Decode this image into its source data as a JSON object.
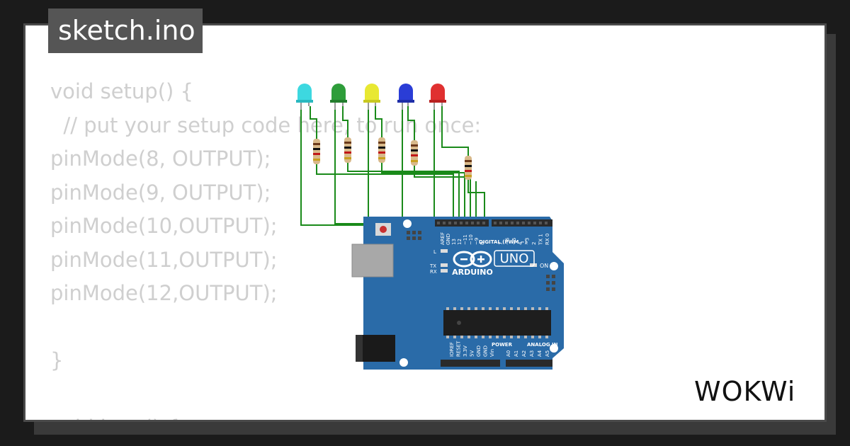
{
  "tab": {
    "filename": "sketch.ino"
  },
  "code": {
    "lines": [
      "void setup() {",
      "  // put your setup code here, to run once:",
      "pinMode(8, OUTPUT);",
      "pinMode(9, OUTPUT);",
      "pinMode(10,OUTPUT);",
      "pinMode(11,OUTPUT);",
      "pinMode(12,OUTPUT);",
      "",
      "}",
      "",
      "void loop() {"
    ]
  },
  "leds": [
    {
      "color": "cyan",
      "fill": "#3dd8e0"
    },
    {
      "color": "green",
      "fill": "#2e9d3a"
    },
    {
      "color": "yellow",
      "fill": "#e8e832"
    },
    {
      "color": "blue",
      "fill": "#2a3dd6"
    },
    {
      "color": "red",
      "fill": "#e03030"
    }
  ],
  "board": {
    "brand": "ARDUINO",
    "model": "UNO",
    "on_label": "ON",
    "l_label": "L",
    "tx_label": "TX",
    "rx_label": "RX",
    "digital_label": "DIGITAL (PWM ~)",
    "power_label": "POWER",
    "analog_label": "ANALOG IN",
    "top_pins": [
      "AREF",
      "GND",
      "13",
      "12",
      "~11",
      "~10",
      "~9",
      "8",
      "7",
      "~6",
      "~5",
      "4",
      "~3",
      "2",
      "TX 1",
      "RX 0"
    ],
    "power_pins": [
      "IOREF",
      "RESET",
      "3.3V",
      "5V",
      "GND",
      "GND",
      "Vin"
    ],
    "analog_pins": [
      "A0",
      "A1",
      "A2",
      "A3",
      "A4",
      "A5"
    ],
    "color": "#2a6ba8"
  },
  "logo": {
    "text": "WOKWi"
  }
}
